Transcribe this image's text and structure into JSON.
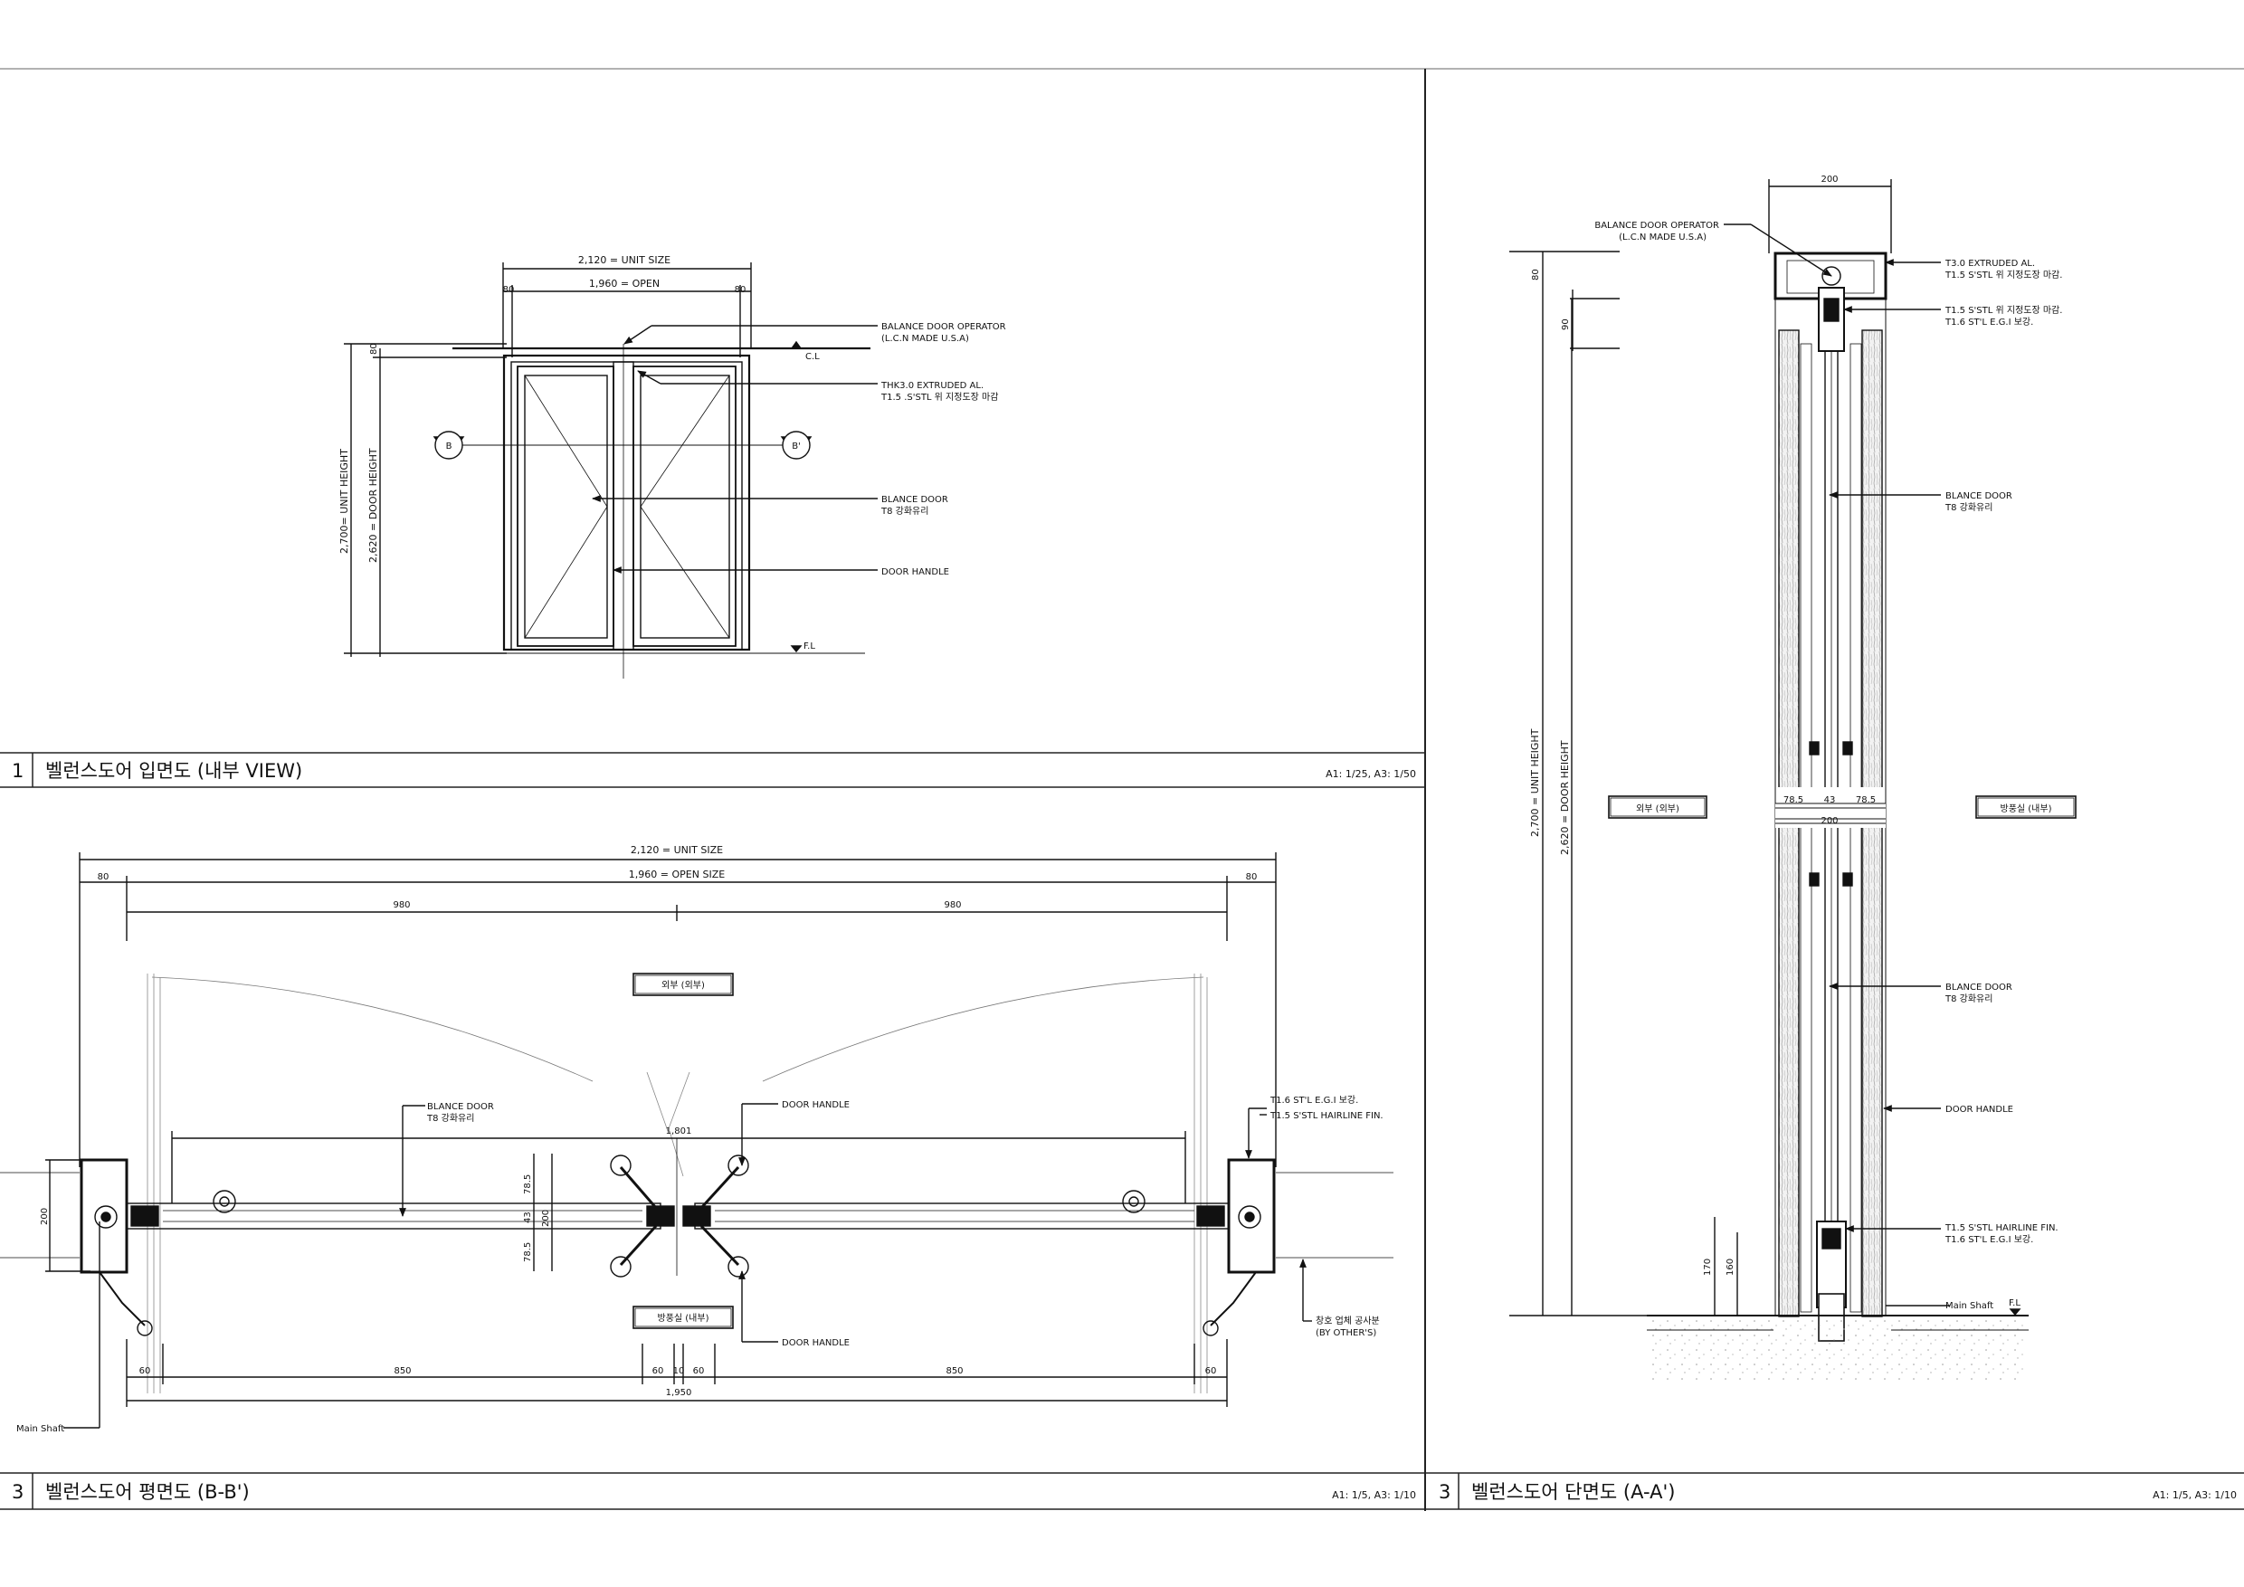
{
  "elevation": {
    "panel_number": "1",
    "title": "벨런스도어 입면도 (내부 VIEW)",
    "scale": "A1: 1/25,  A3: 1/50",
    "dims": {
      "unit_width": "2,120 = UNIT SIZE",
      "open_width": "1,960 = OPEN",
      "left_jamb": "80",
      "right_jamb": "80",
      "top_80": "80",
      "unit_height": "2,700= UNIT HEIGHT",
      "door_height": "2,620 = DOOR HEIGHT"
    },
    "levels": {
      "cl": "C.L",
      "fl": "F.L"
    },
    "section_markers": {
      "left": "B",
      "right": "B'"
    },
    "callouts": [
      {
        "line1": "BALANCE DOOR OPERATOR",
        "line2": "(L.C.N MADE U.S.A)"
      },
      {
        "line1": "THK3.0 EXTRUDED AL.",
        "line2": "T1.5 .S'STL 위 지정도장 마감"
      },
      {
        "line1": "BLANCE DOOR",
        "line2": "T8 강화유리"
      },
      {
        "line1": "DOOR HANDLE",
        "line2": ""
      }
    ]
  },
  "plan": {
    "panel_number": "3",
    "title": "벨런스도어 평면도 (B-B')",
    "scale": "A1: 1/5,  A3: 1/10",
    "dims": {
      "unit_size": "2,120 = UNIT SIZE",
      "open_size": "1,960 = OPEN SIZE",
      "left_80": "80",
      "right_80": "80",
      "leaf_left": "980",
      "leaf_right": "980",
      "inner_1801": "1,801",
      "depth_200": "200",
      "d785a": "78.5",
      "d43": "43",
      "d200b": "200",
      "d785b": "78.5",
      "b60a": "60",
      "b850a": "850",
      "b60b": "60",
      "b10": "10",
      "b60c": "60",
      "b850b": "850",
      "b60d": "60",
      "total_1950": "1,950"
    },
    "room_labels": {
      "outside": "외부 (외부)",
      "inside": "방풍실 (내부)"
    },
    "callouts": {
      "blance_door_1": "BLANCE DOOR",
      "blance_door_2": "T8 강화유리",
      "handle_top": "DOOR HANDLE",
      "handle_bottom": "DOOR HANDLE",
      "frame_1": "T1.6 ST'L E.G.I 보강.",
      "frame_2": "T1.5 S'STL HAIRLINE FIN.",
      "others_1": "창호 업체 공사분",
      "others_2": "(BY OTHER'S)",
      "main_shaft": "Main Shaft"
    }
  },
  "section": {
    "panel_number": "3",
    "title": "벨런스도어 단면도 (A-A')",
    "scale": "A1: 1/5,  A3: 1/10",
    "dims": {
      "top_width": "200",
      "top_80": "80",
      "d90": "90",
      "unit_height": "2,700 = UNIT HEIGHT",
      "door_height": "2,620 = DOOR HEIGHT",
      "w785a": "78.5",
      "w43": "43",
      "w785b": "78.5",
      "w200": "200",
      "d170": "170",
      "d160": "160"
    },
    "room_labels": {
      "outside": "외부 (외부)",
      "inside": "방풍실 (내부)"
    },
    "levels": {
      "fl": "F.L"
    },
    "callouts": {
      "operator_1": "BALANCE DOOR OPERATOR",
      "operator_2": "(L.C.N MADE U.S.A)",
      "al_1": "T3.0 EXTRUDED AL.",
      "al_2": "T1.5 S'STL 위 지정도장 마감.",
      "sstl_1": "T1.5 S'STL 위 지정도장 마감.",
      "sstl_2": "T1.6 ST'L E.G.I 보강.",
      "door1_1": "BLANCE DOOR",
      "door1_2": "T8 강화유리",
      "door2_1": "BLANCE DOOR",
      "door2_2": "T8 강화유리",
      "handle": "DOOR HANDLE",
      "bottom_1": "T1.5 S'STL HAIRLINE FIN.",
      "bottom_2": "T1.6 ST'L E.G.I 보강.",
      "main_shaft": "Main Shaft"
    }
  }
}
